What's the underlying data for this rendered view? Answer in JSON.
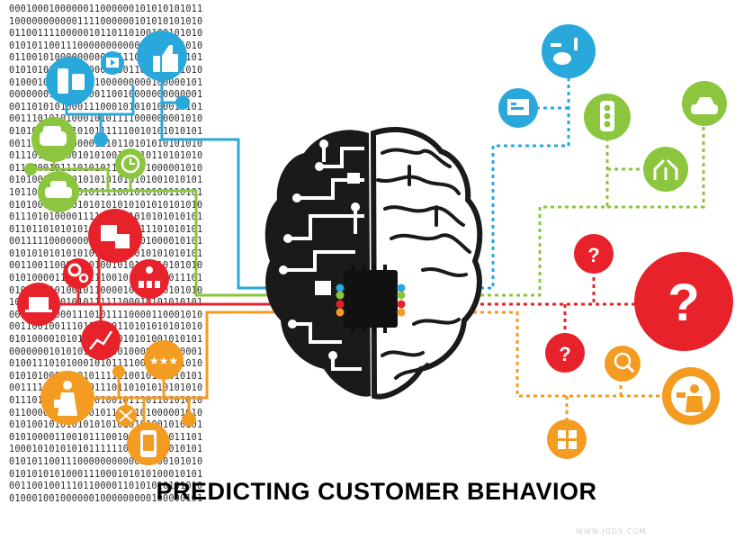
{
  "title": "PREDICTING CUSTOMER BEHAVIOR",
  "binary_rows": [
    "0001000100000011000000101010101011",
    "1000000000001111000000101010101010",
    "0110011110000010110110100100101010",
    "0101011001110000000000010000101010",
    "0110010100000000011111010000000101",
    "0101010111000000001001101000001010",
    "0100010010000001000000000100000101",
    "0000000101010100110010000000000001",
    "0011010101000111000101010100010101",
    "0011101010100010101111000000001010",
    "0101010001110101111110010101010101",
    "0011110011100001110110101010101010",
    "0111010000001010100101110110101010",
    "0110000101110101011010101000001010",
    "0101001010101010101010101001010101",
    "1011000011110101111001010100110101",
    "0101000010101010101010101010101010",
    "0111010100001111010101010101010101",
    "0110110101010101010101011101010101",
    "0011111000000011110110101000010101",
    "0101010101010101010101010101010101",
    "0011001100010101001010101010101010",
    "0101000011001011100101010101011101",
    "0100001101001011000010101010101010",
    "1000101010101011111100010101010101",
    "0011101000011101011110000110001010",
    "0011001001110110000110101010101010",
    "0101000010101010101010101001010101",
    "0000000101010100110010000000000001",
    "0100111010100010101111000000001010",
    "0101010001110101111110010101010101",
    "0011110011100001110110101010101010",
    "0111010000001010100101110110101010",
    "0110000101110101011010101000001010",
    "0101001010101010101010101001010101",
    "0101000011001011100101010101011101",
    "1000101010101011111100010101010101",
    "0101011001110000000000010000101010",
    "0101010101000111000101010100010101",
    "0011001001110110000110101010101010",
    "0100010010000001000000000100000101"
  ],
  "icons": {
    "question_marks": [
      "?",
      "?",
      "?"
    ],
    "rating": "★★★"
  },
  "colors": {
    "red": "#e8222a",
    "blue": "#29a8dc",
    "green": "#8cc63e",
    "orange": "#f49b22",
    "brain": "#1a1a1a"
  },
  "watermark": "WWW.IGDS.COM"
}
